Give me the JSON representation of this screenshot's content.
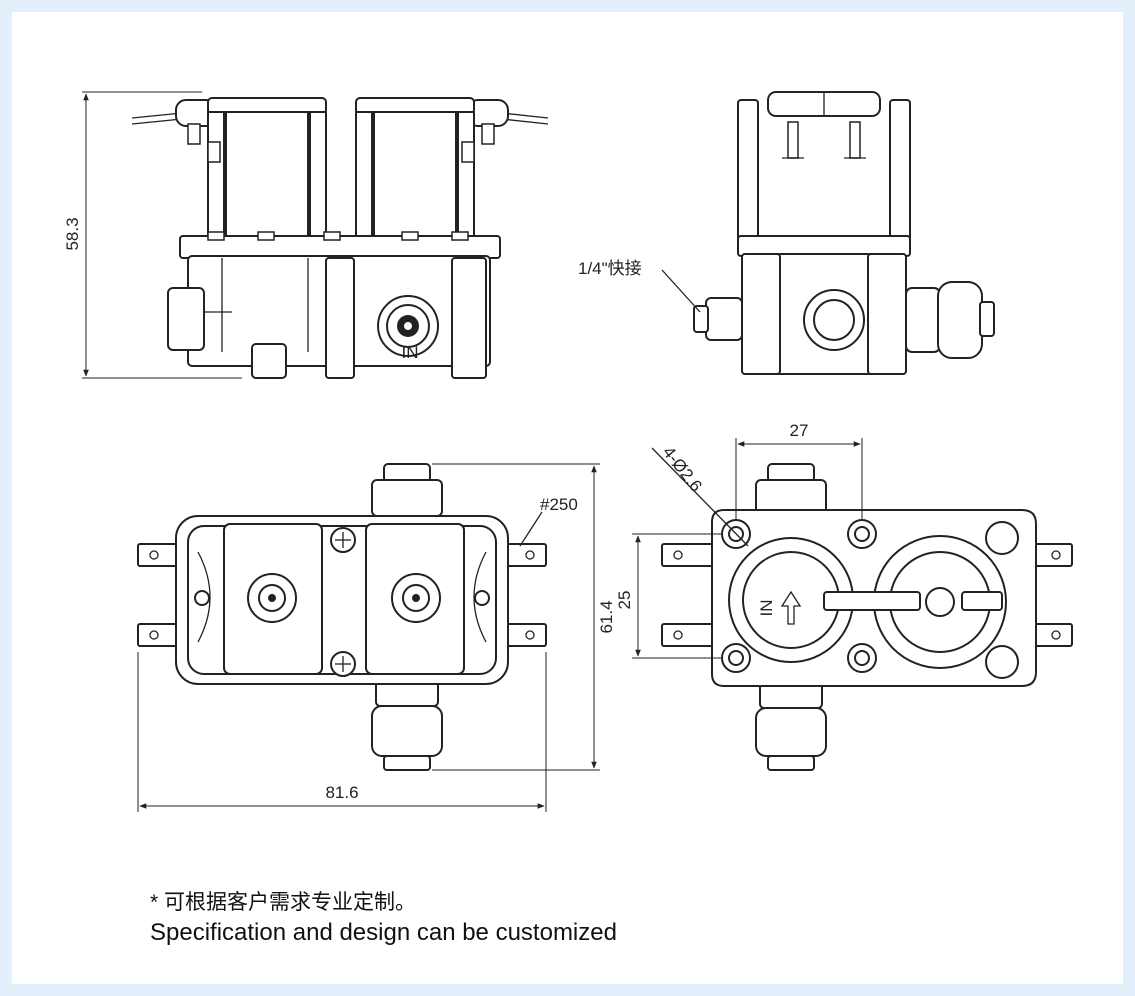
{
  "dimensions": {
    "height_front": "58.3",
    "quick_connect": "1/4\"快接",
    "bore_holes": "4-Ø2.6",
    "hole_spacing_x": "27",
    "hole_spacing_y": "25",
    "terminal": "#250",
    "height_top": "61.4",
    "width_top": "81.6"
  },
  "valve_marks": {
    "inlet_label_front": "IN",
    "flow_label": "IN"
  },
  "notes": {
    "custom_cn": "* 可根据客户需求专业定制。",
    "custom_en": "Specification and design can be customized"
  }
}
